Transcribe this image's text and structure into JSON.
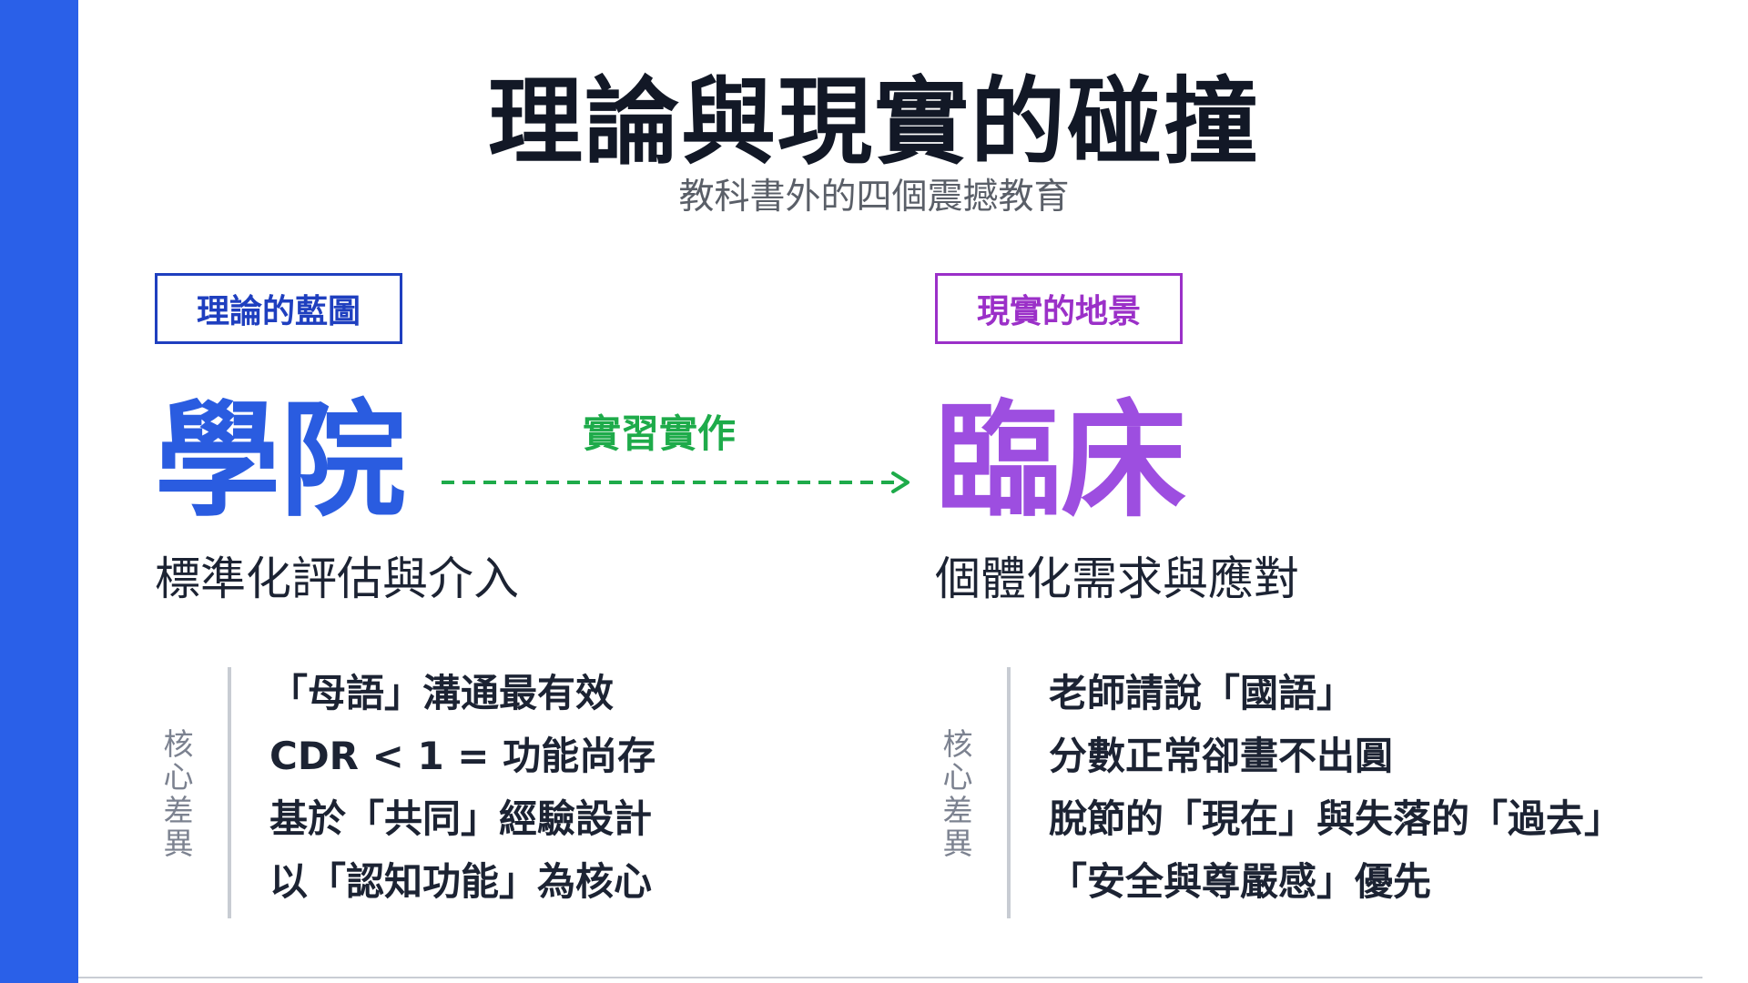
{
  "title": "理論與現實的碰撞",
  "subtitle": "教科書外的四個震撼教育",
  "left": {
    "tag": "理論的藍圖",
    "heading": "學院",
    "description": "標準化評估與介入",
    "side_label": "核心差異",
    "items": [
      "「母語」溝通最有效",
      "CDR < 1 = 功能尚存",
      "基於「共同」經驗設計",
      "以「認知功能」為核心"
    ]
  },
  "arrow": {
    "label": "實習實作"
  },
  "right": {
    "tag": "現實的地景",
    "heading": "臨床",
    "description": "個體化需求與應對",
    "side_label": "核心差異",
    "items": [
      "老師請說「國語」",
      "分數正常卻畫不出圓",
      "脫節的「現在」與失落的「過去」",
      "「安全與尊嚴感」優先"
    ]
  },
  "colors": {
    "side_bar": "#2a60e8",
    "left_accent": "#2a5ce0",
    "right_accent": "#9d4ee0",
    "arrow": "#1eab4a"
  }
}
